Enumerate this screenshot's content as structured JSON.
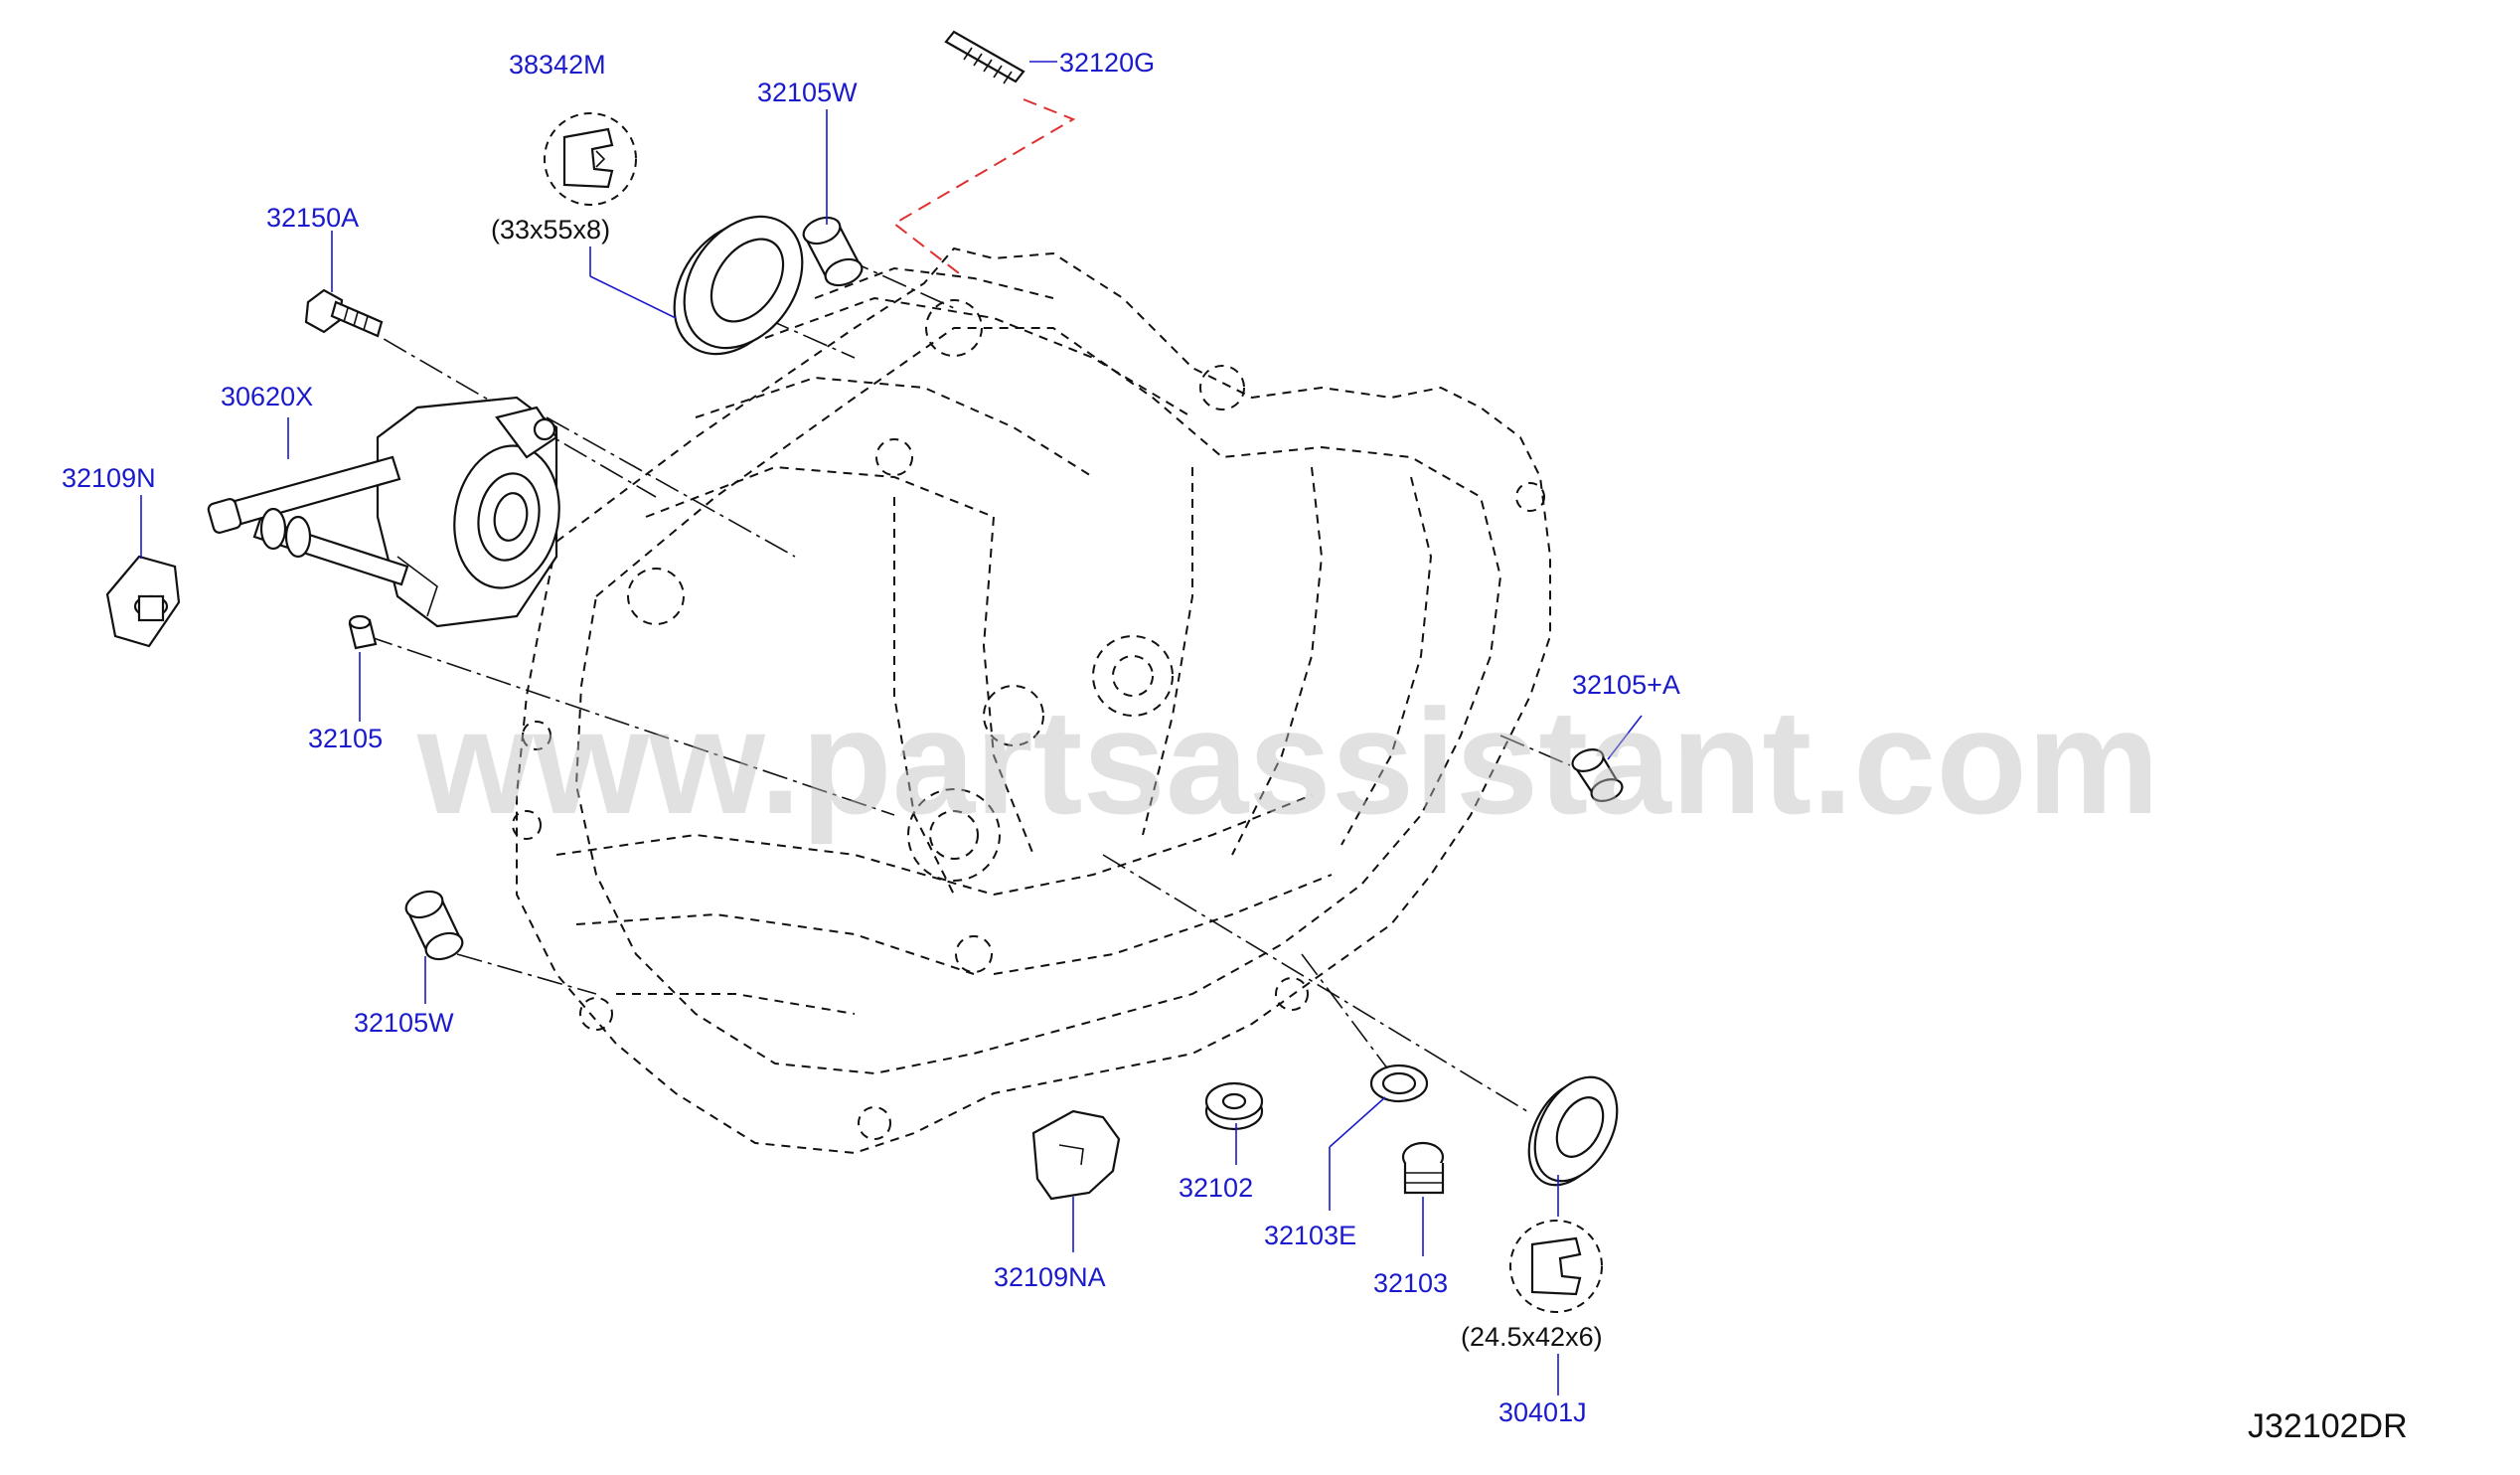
{
  "watermark": "www.partsassistant.com",
  "diagram_code": "J32102DR",
  "callouts": {
    "p38342M": "38342M",
    "p33x55x8": "(33x55x8)",
    "p32105W_top": "32105W",
    "p32120G": "32120G",
    "p32150A": "32150A",
    "p30620X": "30620X",
    "p32109N": "32109N",
    "p32105": "32105",
    "p32105W_bottom": "32105W",
    "p32105A": "32105+A",
    "p32109NA": "32109NA",
    "p32102": "32102",
    "p32103E": "32103E",
    "p32103": "32103",
    "p24x42x6": "(24.5x42x6)",
    "p30401J": "30401J"
  },
  "colors": {
    "callout": "#1a1acc",
    "line": "#111111",
    "red_dashed": "#e03030",
    "watermark": "#bdbdbd"
  }
}
